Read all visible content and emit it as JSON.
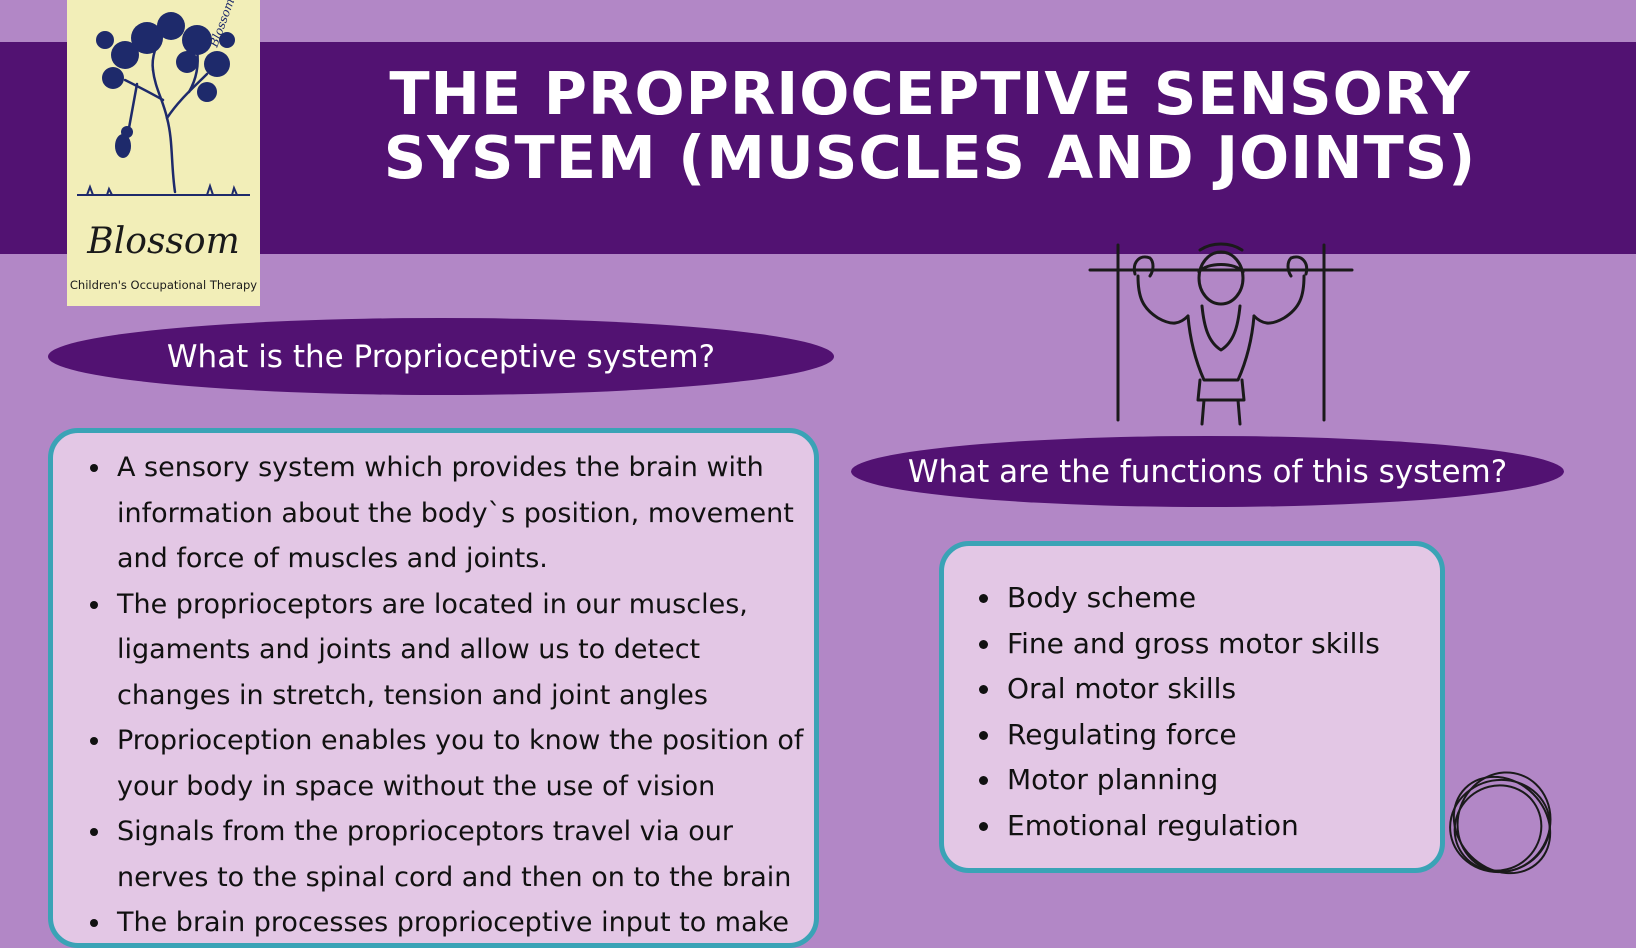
{
  "title": {
    "line1": "THE PROPRIOCEPTIVE SENSORY",
    "line2": "SYSTEM (MUSCLES AND JOINTS)"
  },
  "logo": {
    "name": "Blossom",
    "subtitle": "Children's Occupational Therapy",
    "tree_text": "Blossom"
  },
  "left_section": {
    "heading": "What is the Proprioceptive system?",
    "items": [
      "A sensory system which provides the brain with information about the body`s position, movement and force of muscles and joints.",
      "The proprioceptors are located in our muscles, ligaments and joints and allow us to detect changes in stretch, tension and joint angles",
      "Proprioception enables you to know the position of your body in space without the use of vision",
      "Signals from the proprioceptors travel via our nerves to the spinal cord and then on to the brain",
      "The brain processes proprioceptive input to make"
    ]
  },
  "right_section": {
    "heading": "What are the functions of this system?",
    "items": [
      "Body scheme",
      "Fine and gross motor skills",
      "Oral motor skills",
      "Regulating force",
      "Motor planning",
      "Emotional regulation"
    ]
  },
  "icons": {
    "figure": "pull-up-figure-icon",
    "scribble": "scribble-decoration-icon",
    "logo_tree": "tree-with-swing-icon"
  },
  "colors": {
    "background": "#b287c6",
    "banner": "#521272",
    "card_fill": "#e3c7e5",
    "card_border": "#3aa3b6",
    "logo_fill": "#f2eeb8"
  }
}
